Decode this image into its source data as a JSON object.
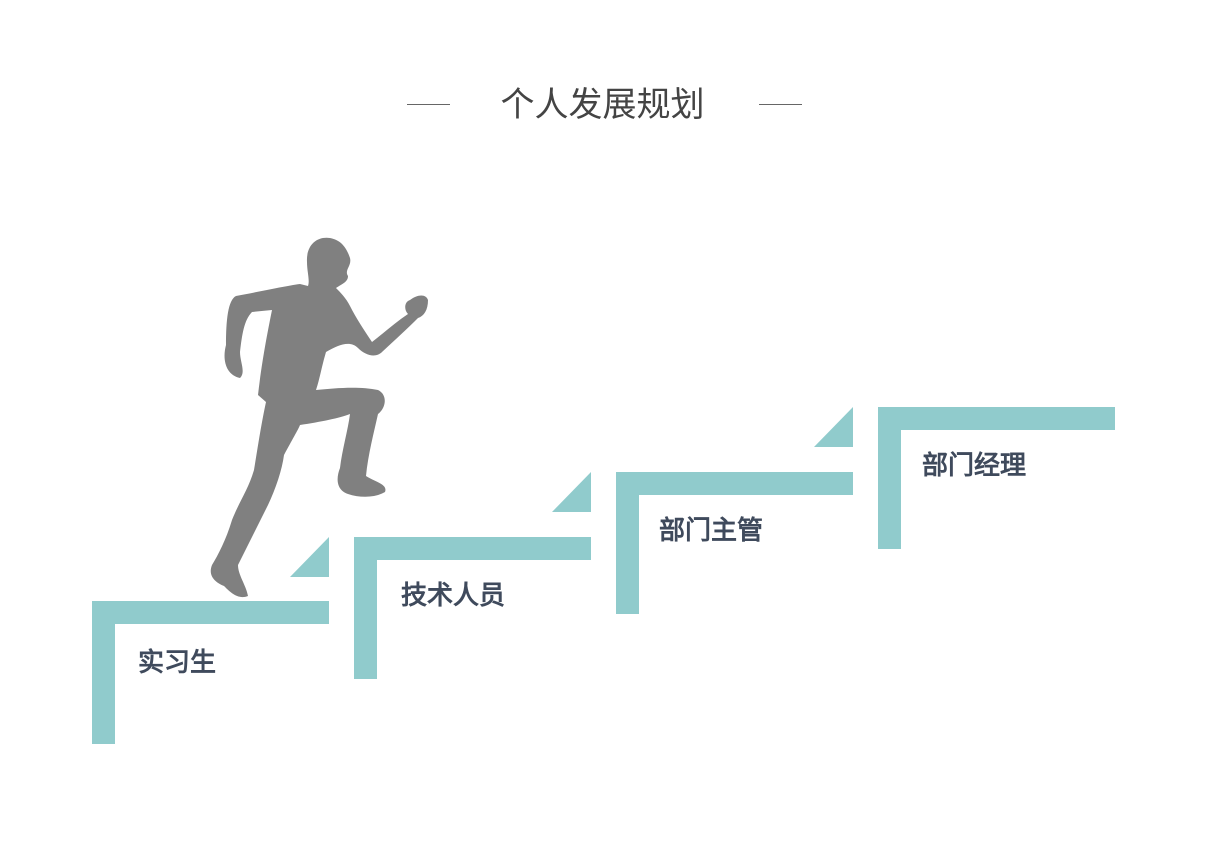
{
  "title": "个人发展规划",
  "steps": [
    {
      "label": "实习生"
    },
    {
      "label": "技术人员"
    },
    {
      "label": "部门主管"
    },
    {
      "label": "部门经理"
    }
  ],
  "colors": {
    "step": "#90cbcc",
    "label": "#3f4a5c",
    "figure": "#808080",
    "title": "#444444"
  },
  "icons": {
    "figure": "running-man-silhouette"
  }
}
